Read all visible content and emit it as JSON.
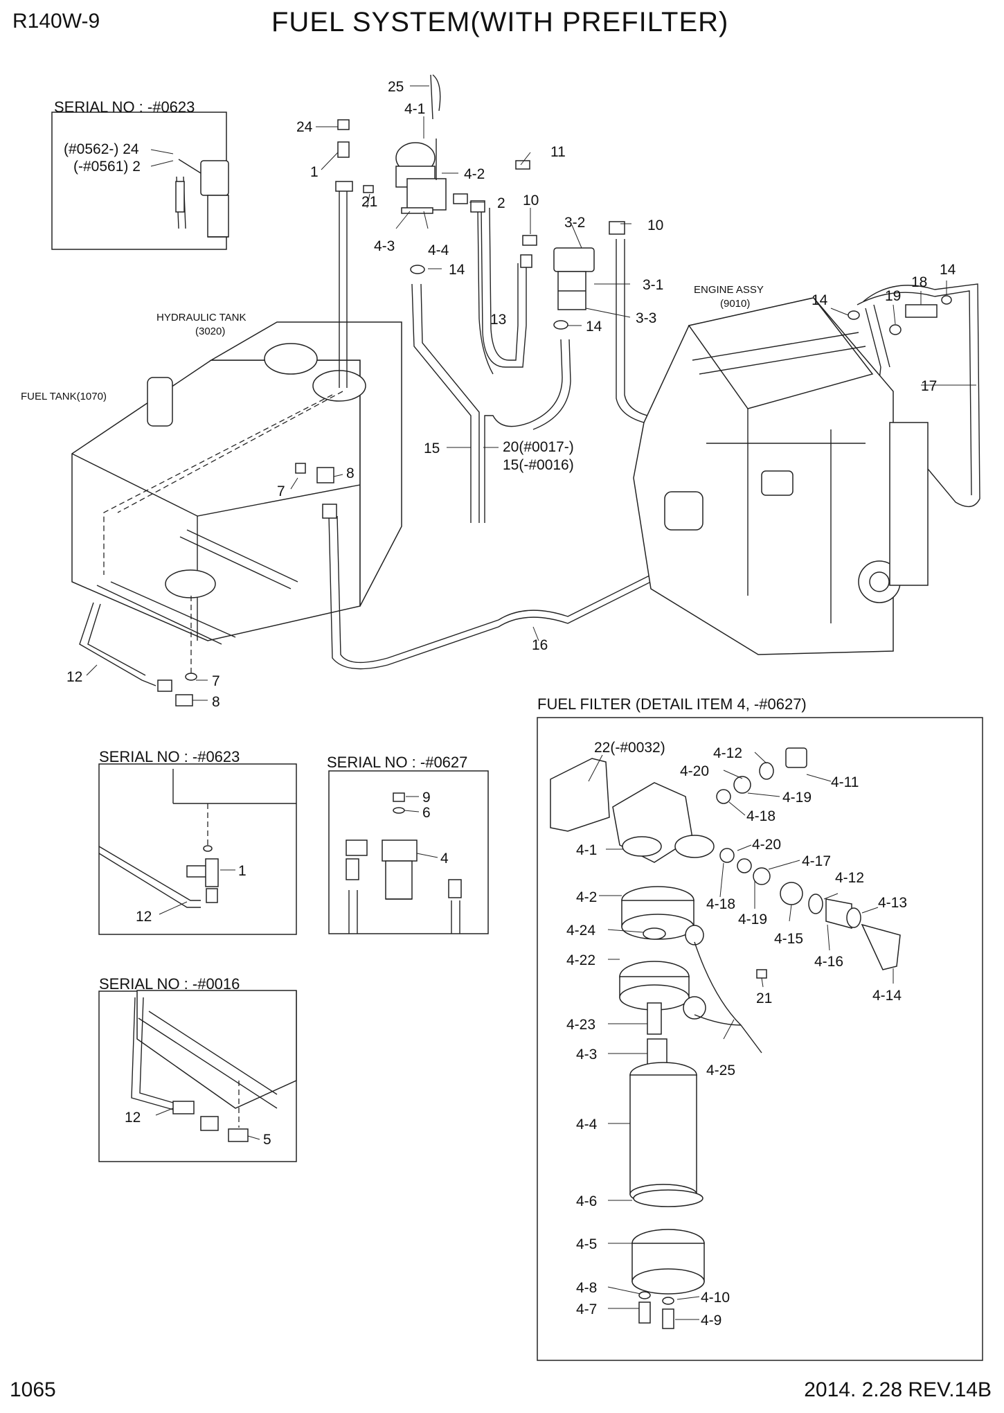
{
  "header": {
    "model": "R140W-9",
    "title": "FUEL SYSTEM(WITH PREFILTER)"
  },
  "footer": {
    "page_number": "1065",
    "revision": "2014. 2.28  REV.14B"
  },
  "captions": {
    "serial_top": "SERIAL NO : -#0623",
    "serial_left_mid": "SERIAL NO : -#0623",
    "serial_center": "SERIAL NO : -#0627",
    "serial_bottom": "SERIAL NO : -#0016",
    "detail_frame": "FUEL FILTER (DETAIL ITEM 4, -#0627)",
    "hydraulic_tank": "HYDRAULIC TANK",
    "hydraulic_tank_no": "(3020)",
    "fuel_tank": "FUEL TANK(1070)",
    "engine": "ENGINE ASSY",
    "engine_no": "(9010)"
  },
  "inset_labels": {
    "c0562": "(#0562-) 24",
    "c0561": "(-#0561) 2"
  },
  "labels": {
    "l25": "25",
    "l4_1": "4-1",
    "l24": "24",
    "l1": "1",
    "l4_2": "4-2",
    "l11": "11",
    "l21": "21",
    "l2": "2",
    "l10a": "10",
    "l3_2": "3-2",
    "l10b": "10",
    "l4_3": "4-3",
    "l4_4": "4-4",
    "l14a": "14",
    "l3_1": "3-1",
    "l3_3": "3-3",
    "l14b": "14",
    "l13": "13",
    "l14c": "14",
    "l19": "19",
    "l18": "18",
    "l14d": "14",
    "l17": "17",
    "l15": "15",
    "l20": "20(#0017-)",
    "l15b": "15(-#0016)",
    "l7": "7",
    "l8": "8",
    "l16": "16",
    "l12": "12",
    "l7b": "7",
    "l8b": "8",
    "s1_1": "1",
    "s1_12": "12",
    "s2_9": "9",
    "s2_6": "6",
    "s2_4": "4",
    "s3_12": "12",
    "s3_5": "5",
    "d22": "22(-#0032)",
    "d4_12a": "4-12",
    "d4_20a": "4-20",
    "d4_11": "4-11",
    "d4_19a": "4-19",
    "d4_18a": "4-18",
    "d4_1": "4-1",
    "d4_20b": "4-20",
    "d4_17": "4-17",
    "d4_12b": "4-12",
    "d4_2": "4-2",
    "d4_18b": "4-18",
    "d4_19b": "4-19",
    "d4_13": "4-13",
    "d4_24": "4-24",
    "d4_15": "4-15",
    "d4_16": "4-16",
    "d4_22": "4-22",
    "d4_14": "4-14",
    "d21": "21",
    "d4_23": "4-23",
    "d4_3": "4-3",
    "d4_25": "4-25",
    "d4_4": "4-4",
    "d4_6": "4-6",
    "d4_5": "4-5",
    "d4_8": "4-8",
    "d4_10": "4-10",
    "d4_7": "4-7",
    "d4_9": "4-9"
  }
}
